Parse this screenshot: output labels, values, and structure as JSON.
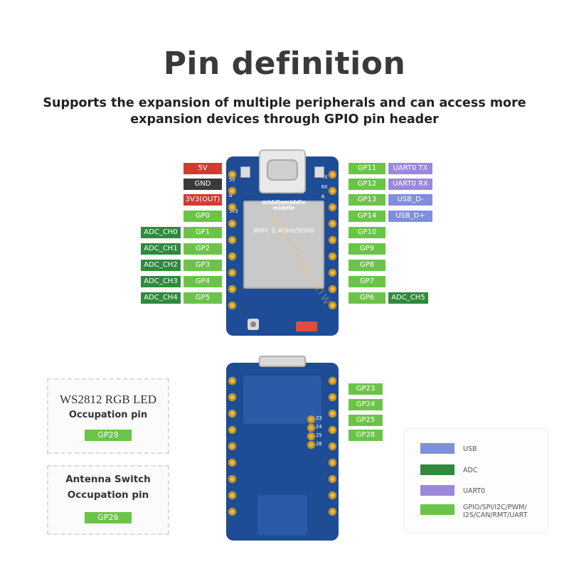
{
  "header": {
    "title": "Pin definition",
    "subtitle_line1": "Supports the expansion of multiple peripherals and can access more",
    "subtitle_line2": "expansion devices through GPIO pin header"
  },
  "board_top": {
    "silk_left": [
      "5V",
      "G",
      "3V3"
    ],
    "silk_right": [
      "TX",
      "RX",
      "R"
    ],
    "module_brand": "middlemiddle",
    "module_sub": "middle",
    "module_text": "WIFI: 2.4GHz/5GHz"
  },
  "left_pins": [
    {
      "pin": "5V",
      "color": "#d43a32"
    },
    {
      "pin": "GND",
      "color": "#3a3a3a"
    },
    {
      "pin": "3V3(OUT)",
      "color": "#d43a32"
    },
    {
      "pin": "GP0",
      "color": "#6cc34a"
    },
    {
      "pin": "GP1",
      "color": "#6cc34a",
      "adc": "ADC_CH0"
    },
    {
      "pin": "GP2",
      "color": "#6cc34a",
      "adc": "ADC_CH1"
    },
    {
      "pin": "GP3",
      "color": "#6cc34a",
      "adc": "ADC_CH2"
    },
    {
      "pin": "GP4",
      "color": "#6cc34a",
      "adc": "ADC_CH3"
    },
    {
      "pin": "GP5",
      "color": "#6cc34a",
      "adc": "ADC_CH4"
    }
  ],
  "right_pins": [
    {
      "pin": "GP11",
      "func": "UART0 TX",
      "func_color": "#9b88d8"
    },
    {
      "pin": "GP12",
      "func": "UART0 RX",
      "func_color": "#9b88d8"
    },
    {
      "pin": "GP13",
      "func": "USB_D-",
      "func_color": "#7f8fdb"
    },
    {
      "pin": "GP14",
      "func": "USB_D+",
      "func_color": "#7f8fdb"
    },
    {
      "pin": "GP10"
    },
    {
      "pin": "GP9"
    },
    {
      "pin": "GP8"
    },
    {
      "pin": "GP7"
    },
    {
      "pin": "GP6",
      "func": "ADC_CH5",
      "func_color": "#2f8a3c"
    }
  ],
  "back_pins": [
    "GP23",
    "GP24",
    "GP25",
    "GP28"
  ],
  "back_silk": [
    "23",
    "24",
    "25",
    "28"
  ],
  "ws2812": {
    "title": "WS2812 RGB LED",
    "subtitle": "Occupation pin",
    "pin": "GP29"
  },
  "antenna": {
    "title": "Antenna Switch",
    "subtitle": "Occupation pin",
    "pin": "GP26"
  },
  "legend": [
    {
      "label": "USB",
      "color": "#7f8fdb"
    },
    {
      "label": "ADC",
      "color": "#2f8a3c"
    },
    {
      "label": "UART0",
      "color": "#9b88d8"
    },
    {
      "label": "GPIO/SPI/I2C/PWM/",
      "label2": "I2S/CAN/RMT/UART",
      "color": "#6cc34a"
    }
  ],
  "watermark": "bleeding.qnw"
}
